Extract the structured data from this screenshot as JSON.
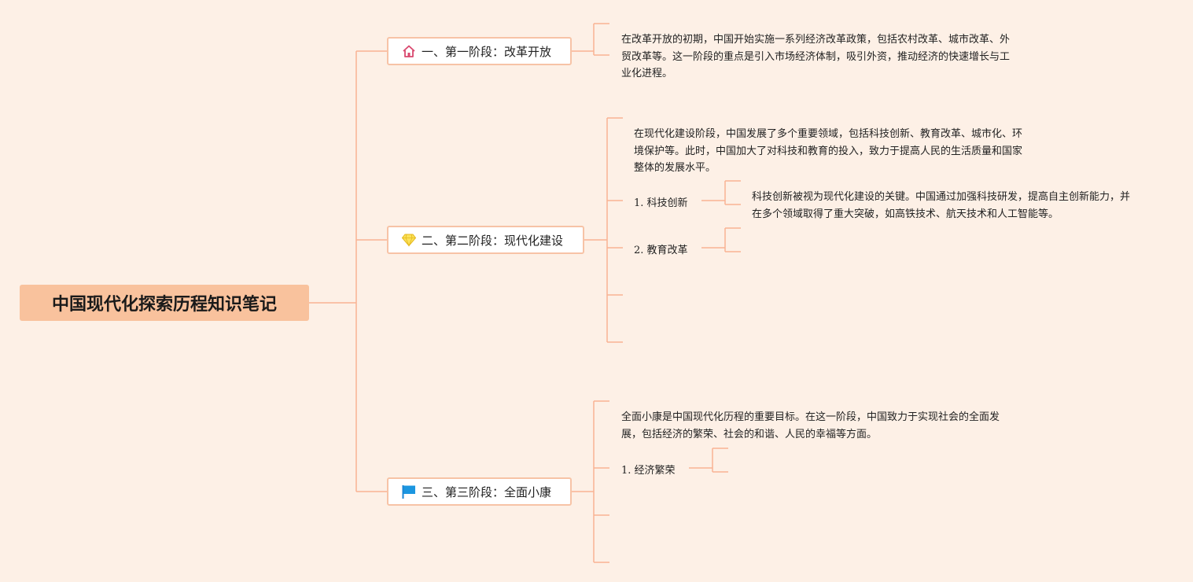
{
  "root": {
    "title": "中国现代化探索历程知识笔记"
  },
  "colors": {
    "line": "#f9b393",
    "root_bg": "#f9c29d",
    "stage_border": "#f7c3a6",
    "background": "#fdf0e6"
  },
  "stages": [
    {
      "icon": "home-icon",
      "label": "一、第一阶段：改革开放",
      "text": "在改革开放的初期，中国开始实施一系列经济改革政策，包括农村改革、城市改革、外贸改革等。这一阶段的重点是引入市场经济体制，吸引外资，推动经济的快速增长与工业化进程。"
    },
    {
      "icon": "diamond-icon",
      "label": "二、第二阶段：现代化建设",
      "text": "在现代化建设阶段，中国发展了多个重要领域，包括科技创新、教育改革、城市化、环境保护等。此时，中国加大了对科技和教育的投入，致力于提高人民的生活质量和国家整体的发展水平。",
      "items": [
        {
          "label": "1. 科技创新",
          "text": "科技创新被视为现代化建设的关键。中国通过加强科技研发，提高自主创新能力，并在多个领域取得了重大突破，如高铁技术、航天技术和人工智能等。"
        },
        {
          "label": "2. 教育改革"
        }
      ]
    },
    {
      "icon": "flag-icon",
      "label": "三、第三阶段：全面小康",
      "text": "全面小康是中国现代化历程的重要目标。在这一阶段，中国致力于实现社会的全面发展，包括经济的繁荣、社会的和谐、人民的幸福等方面。",
      "items": [
        {
          "label": "1. 经济繁荣"
        }
      ]
    }
  ]
}
